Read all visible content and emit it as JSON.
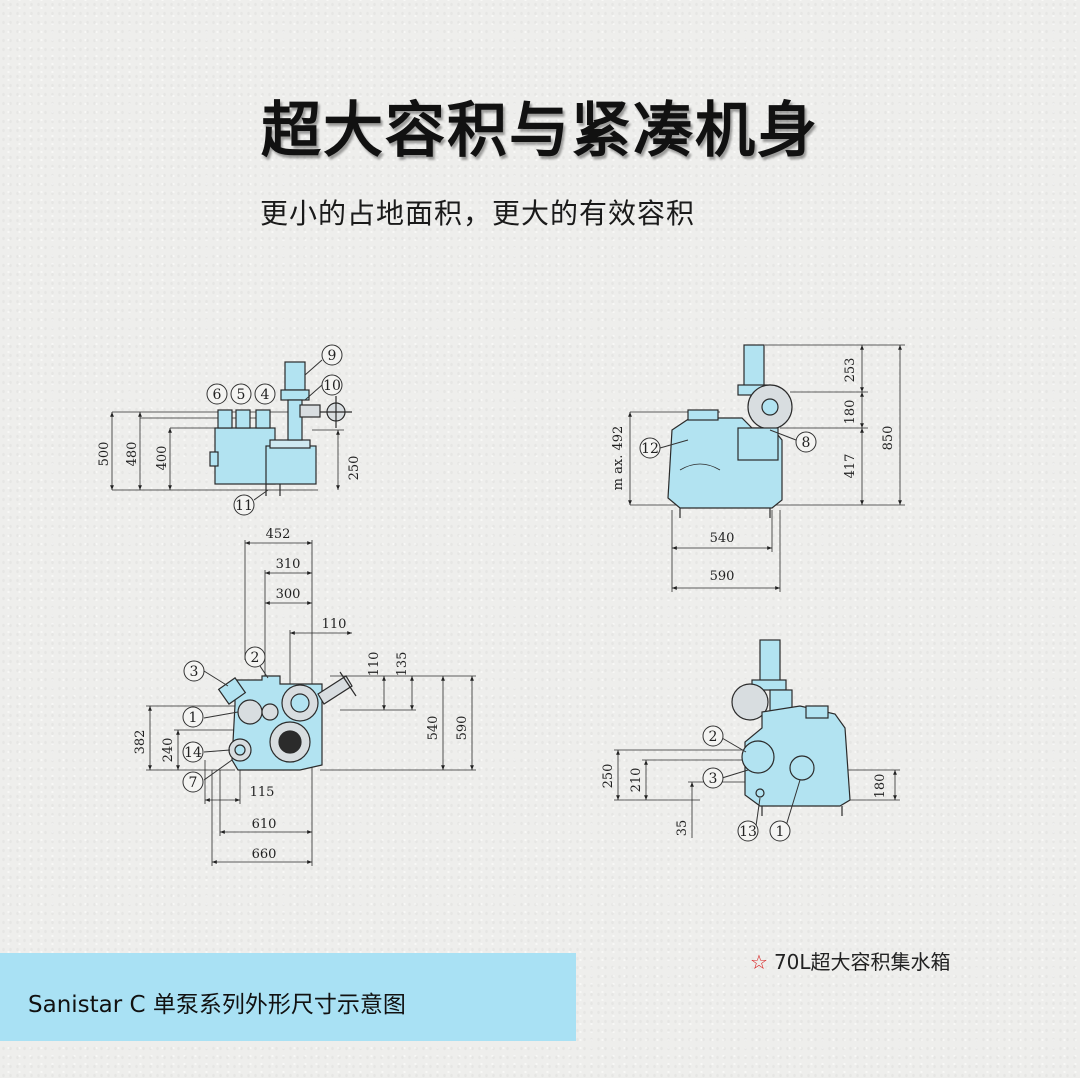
{
  "header": {
    "title": "超大容积与紧凑机身",
    "subtitle": "更小的占地面积，更大的有效容积"
  },
  "caption": {
    "text": "Sanistar C 单泵系列外形尺寸示意图"
  },
  "note": {
    "star": "☆",
    "text": "70L超大容积集水箱"
  },
  "colors": {
    "body": "#b2e3f1",
    "outline": "#2b2b2b",
    "banner": "#a9e1f4",
    "star": "#d81e1e"
  },
  "views": {
    "side": {
      "dims": [
        "500",
        "480",
        "400",
        "250"
      ],
      "callouts": [
        "9",
        "10",
        "6",
        "5",
        "4",
        "11"
      ]
    },
    "front": {
      "dims": [
        "m ax. 492",
        "253",
        "180",
        "417",
        "850",
        "540",
        "590"
      ],
      "callouts": [
        "12",
        "8"
      ]
    },
    "top": {
      "dims": [
        "452",
        "310",
        "300",
        "110",
        "110",
        "135",
        "540",
        "590",
        "382",
        "240",
        "115",
        "610",
        "660"
      ],
      "callouts": [
        "3",
        "2",
        "1",
        "14",
        "7"
      ]
    },
    "rear": {
      "dims": [
        "250",
        "210",
        "35",
        "180"
      ],
      "callouts": [
        "2",
        "3",
        "13",
        "1"
      ]
    }
  }
}
